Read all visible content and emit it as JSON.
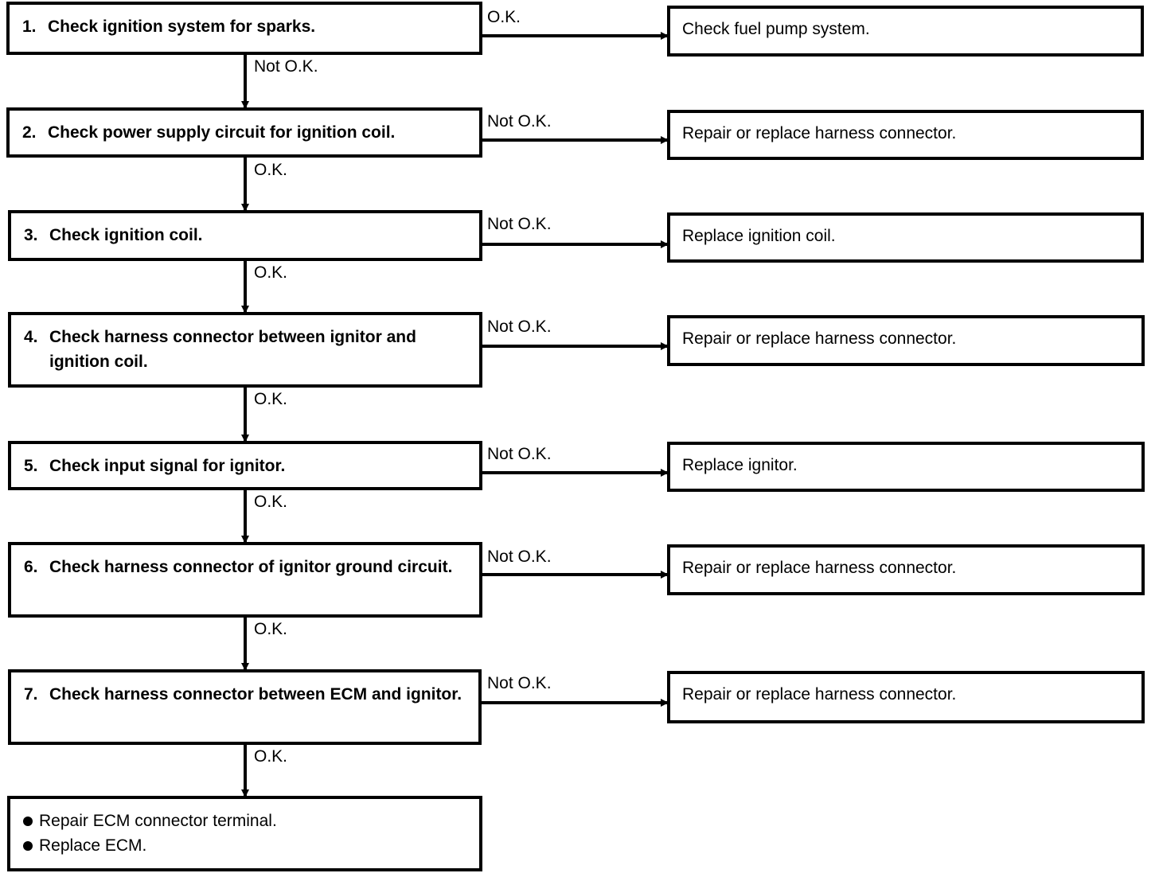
{
  "steps": [
    {
      "num": "1.",
      "text": "Check ignition system for sparks.",
      "branch_label": "O.K.",
      "down_label": "Not O.K.",
      "result": "Check fuel pump system."
    },
    {
      "num": "2.",
      "text": "Check power supply circuit for ignition coil.",
      "branch_label": "Not O.K.",
      "down_label": "O.K.",
      "result": "Repair or replace harness connector."
    },
    {
      "num": "3.",
      "text": "Check ignition coil.",
      "branch_label": "Not O.K.",
      "down_label": "O.K.",
      "result": "Replace ignition coil."
    },
    {
      "num": "4.",
      "text": "Check harness connector between ignitor and ignition coil.",
      "branch_label": "Not O.K.",
      "down_label": "O.K.",
      "result": "Repair or replace harness connector."
    },
    {
      "num": "5.",
      "text": "Check input signal for ignitor.",
      "branch_label": "Not O.K.",
      "down_label": "O.K.",
      "result": "Replace ignitor."
    },
    {
      "num": "6.",
      "text": "Check harness connector of ignitor ground circuit.",
      "branch_label": "Not O.K.",
      "down_label": "O.K.",
      "result": "Repair or replace harness connector."
    },
    {
      "num": "7.",
      "text": "Check harness connector between ECM and ignitor.",
      "branch_label": "Not O.K.",
      "down_label": "O.K.",
      "result": "Repair or replace harness connector."
    }
  ],
  "final_actions": [
    "Repair ECM connector terminal.",
    "Replace ECM."
  ]
}
